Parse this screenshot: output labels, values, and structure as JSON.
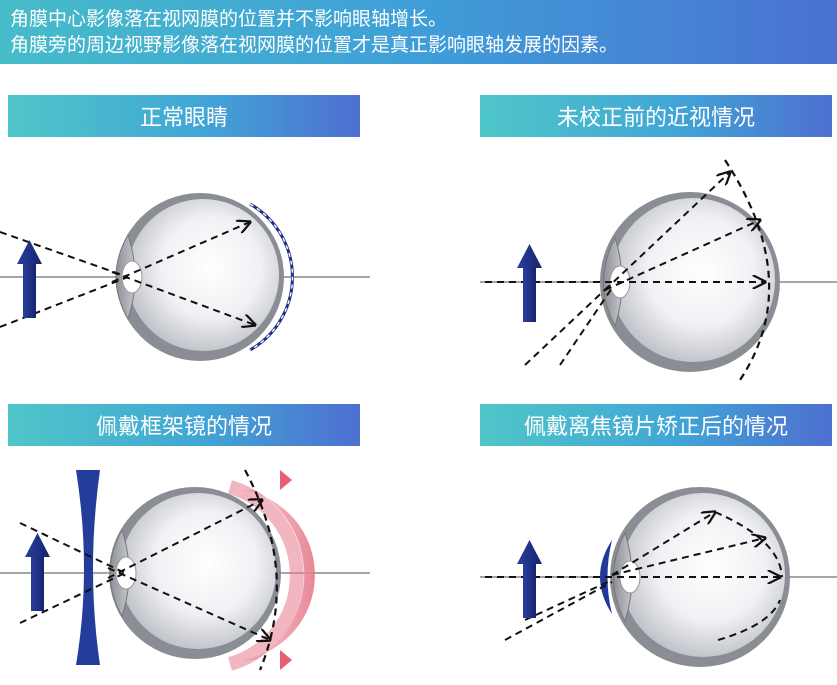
{
  "header": {
    "line1": "角膜中心影像落在视网膜的位置并不影响眼轴增长。",
    "line2": "角膜旁的周边视野影像落在视网膜的位置才是真正影响眼轴发展的因素。"
  },
  "panels": [
    {
      "title": "正常眼睛"
    },
    {
      "title": "未校正前的近视情况"
    },
    {
      "title": "佩戴框架镜的情况"
    },
    {
      "title": "佩戴离焦镜片矫正后的情况"
    }
  ],
  "colors": {
    "header_gradient_start": "#46bcc9",
    "header_gradient_end": "#4a72d2",
    "arrow_navy": "#1e2f86",
    "retina_pink": "#e8808c"
  }
}
